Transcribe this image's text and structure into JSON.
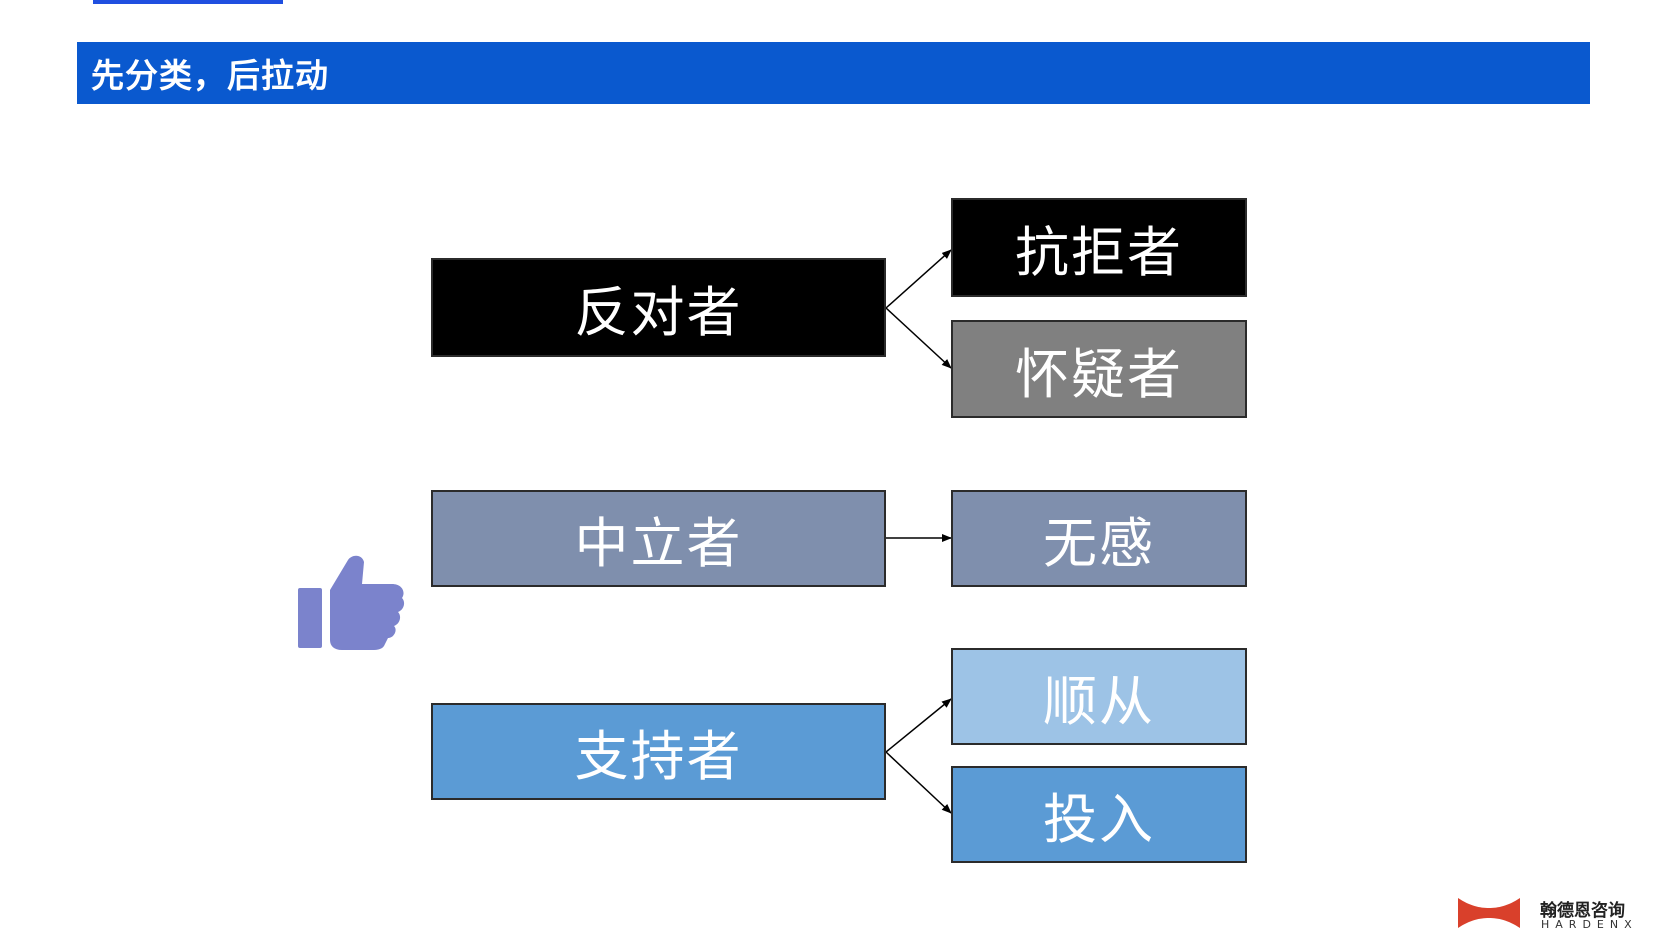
{
  "title": "先分类，后拉动",
  "nodes": {
    "opponent": {
      "label": "反对者",
      "color": "#000000"
    },
    "resister": {
      "label": "抗拒者",
      "color": "#000000"
    },
    "doubter": {
      "label": "怀疑者",
      "color": "#808080"
    },
    "neutral": {
      "label": "中立者",
      "color": "#7f8fad"
    },
    "indifferent": {
      "label": "无感",
      "color": "#7f8fad"
    },
    "supporter": {
      "label": "支持者",
      "color": "#5b9bd5"
    },
    "compliant": {
      "label": "顺从",
      "color": "#9dc3e6"
    },
    "committed": {
      "label": "投入",
      "color": "#5b9bd5"
    }
  },
  "edges": [
    {
      "from": "反对者",
      "to": "抗拒者"
    },
    {
      "from": "反对者",
      "to": "怀疑者"
    },
    {
      "from": "中立者",
      "to": "无感"
    },
    {
      "from": "支持者",
      "to": "顺从"
    },
    {
      "from": "支持者",
      "to": "投入"
    }
  ],
  "icons": {
    "thumb": "thumbs-up-icon",
    "logo": "hardenx-logo-icon"
  },
  "colors": {
    "title_bar": "#0a59cf",
    "thumb": "#7b83cc",
    "logo": "#d9402b"
  },
  "brand": {
    "cn": "翰德恩咨询",
    "en": "HARDENX"
  }
}
